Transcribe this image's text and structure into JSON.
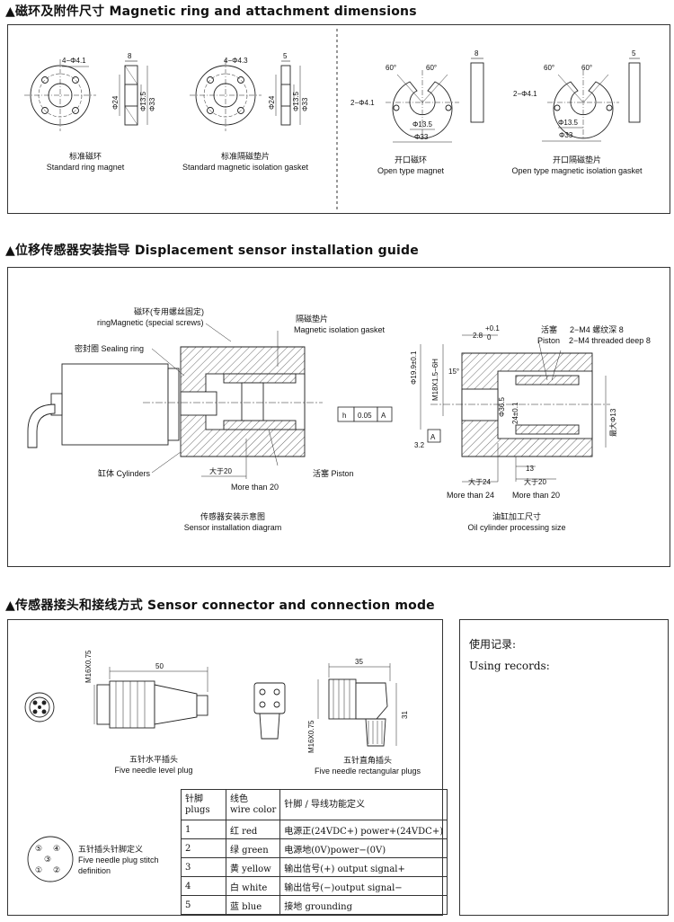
{
  "sections": {
    "magnetic_ring": {
      "title": "▲磁环及附件尺寸 Magnetic ring and attachment dimensions",
      "items": [
        {
          "cn": "标准磁环",
          "en": "Standard ring magnet",
          "holes": "4−Φ4.1",
          "thick": "8",
          "d_in": "Φ13.5",
          "d_pc": "Φ24",
          "d_out": "Φ33"
        },
        {
          "cn": "标准隔磁垫片",
          "en": "Standard magnetic isolation gasket",
          "holes": "4−Φ4.3",
          "thick": "5",
          "d_in": "Φ13.5",
          "d_pc": "Φ24",
          "d_out": "Φ33"
        },
        {
          "cn": "开口磁环",
          "en": "Open type magnet",
          "holes": "2−Φ4.1",
          "thick": "8",
          "d_in": "Φ13.5",
          "d_out": "Φ33",
          "ang1": "60°",
          "ang2": "60°"
        },
        {
          "cn": "开口隔磁垫片",
          "en": "Open type magnetic isolation gasket",
          "holes": "2−Φ4.1",
          "thick": "5",
          "d_in": "Φ13.5",
          "d_out": "Φ33",
          "ang1": "60°",
          "ang2": "60°"
        }
      ]
    },
    "install": {
      "title": "▲位移传感器安装指导 Displacement sensor installation guide",
      "labels": {
        "ring_cn": "磁环(专用螺丝固定)",
        "ring_en": "ringMagnetic (special screws)",
        "seal": "密封圈 Sealing ring",
        "gasket_cn": "隔磁垫片",
        "gasket_en": "Magnetic isolation gasket",
        "cyl": "缸体 Cylinders",
        "more20_cn": "大于20",
        "more20_en": "More than 20",
        "piston": "活塞 Piston",
        "piston2_cn": "活塞",
        "piston2_en": "Piston",
        "m4_cn": "2−M4 螺纹深 8",
        "m4_en": "2−M4 threaded deep 8",
        "more24_cn": "大于24",
        "more24_en": "More than 24",
        "more20b_cn": "大于20",
        "more20b_en": "More than 20",
        "h": "h",
        "tol": "0.05",
        "A": "A",
        "d199": "Φ19.9±0.1",
        "m18": "M18X1.5−6H",
        "ang15": "15°",
        "r32": "3.2",
        "d365": "Φ36.5",
        "d24": "24±0.1",
        "dim28": "2.8",
        "p01": "+0.1",
        "z0": "0",
        "dim13": "13",
        "d13": "最大Φ13",
        "cap1_cn": "传感器安装示意图",
        "cap1_en": "Sensor installation diagram",
        "cap2_cn": "油缸加工尺寸",
        "cap2_en": "Oil cylinder processing size"
      }
    },
    "connector": {
      "title": "▲传感器接头和接线方式 Sensor connector and connection mode",
      "plug1_cn": "五针水平插头",
      "plug1_en": "Five needle level plug",
      "plug2_cn": "五针直角插头",
      "plug2_en": "Five needle rectangular plugs",
      "dim50": "50",
      "dim35": "35",
      "dim31": "31",
      "m16a": "M16X0.75",
      "m16b": "M16X0.75",
      "pin_cn": "五针插头针脚定义",
      "pin_en1": "Five needle plug stitch",
      "pin_en2": "definition",
      "pins": [
        "⑤",
        "④",
        "③",
        "①",
        "②"
      ],
      "table": {
        "h1_cn": "针脚",
        "h1_en": "plugs",
        "h2_cn": "线色",
        "h2_en": "wire color",
        "h3": "针脚 / 导线功能定义",
        "rows": [
          {
            "n": "1",
            "c": "红 red",
            "f": "电源正(24VDC+) power+(24VDC+)"
          },
          {
            "n": "2",
            "c": "绿 green",
            "f": "电源地(0V)power−(0V)"
          },
          {
            "n": "3",
            "c": "黄 yellow",
            "f": "输出信号(+) output signal+"
          },
          {
            "n": "4",
            "c": "白 white",
            "f": "输出信号(−)output signal−"
          },
          {
            "n": "5",
            "c": "蓝 blue",
            "f": "接地 grounding"
          }
        ]
      }
    },
    "records": {
      "cn": "使用记录:",
      "en": "Using records:"
    }
  }
}
